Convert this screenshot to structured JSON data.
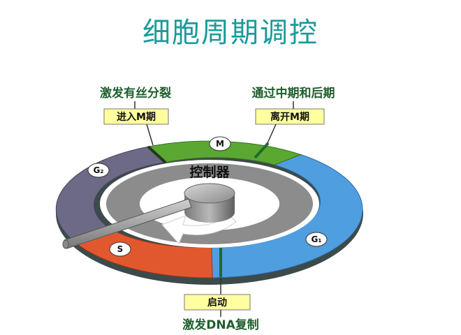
{
  "title": "细胞周期调控",
  "labels": {
    "m_trigger": "激发有丝分裂",
    "m_enter": "进入M期",
    "m_pass": "通过中期和后期",
    "m_leave": "离开M期",
    "start": "启动",
    "dna_trigger": "激发DNA复制",
    "controller": "控制器"
  },
  "phases": {
    "m": "M",
    "g1": "G₁",
    "s": "S",
    "g2": "G₂"
  },
  "colors": {
    "title": "#1a9a9a",
    "m_phase": "#5aa832",
    "g1_phase": "#4f9ee0",
    "s_phase": "#e2582e",
    "g2_phase": "#6c6a86",
    "box_fill": "#ffffa0",
    "label_text": "#1f5e2c"
  }
}
